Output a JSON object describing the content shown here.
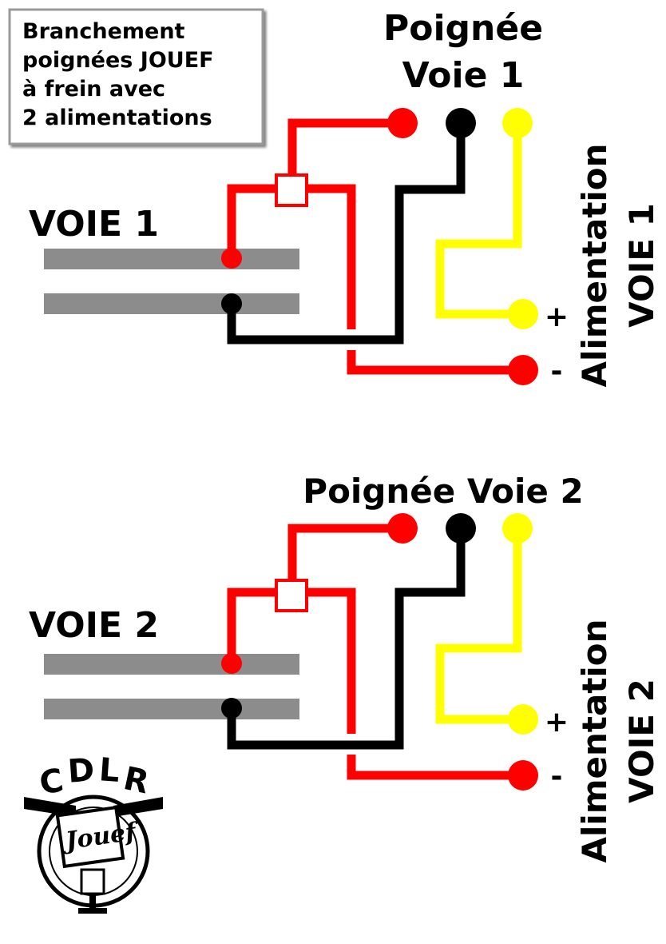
{
  "title": {
    "lines": [
      "Branchement",
      "poignées JOUEF",
      "à frein avec",
      "2 alimentations"
    ]
  },
  "colors": {
    "red": "#ff0000",
    "black": "#000000",
    "yellow": "#ffff00",
    "rail": "#8c8c8c"
  },
  "circuit1": {
    "handle_label_line1": "Poignée",
    "handle_label_line2": "Voie 1",
    "track_label": "VOIE 1",
    "power_label_line1": "Alimentation",
    "power_label_line2": "VOIE 1",
    "plus": "+",
    "minus": "-"
  },
  "circuit2": {
    "handle_label": "Poignée Voie 2",
    "track_label": "VOIE 2",
    "power_label_line1": "Alimentation",
    "power_label_line2": "VOIE 2",
    "plus": "+",
    "minus": "-"
  },
  "logo": {
    "text": "CDLR",
    "brand": "Jouef",
    "icon": "cdlr-jouef-logo"
  }
}
